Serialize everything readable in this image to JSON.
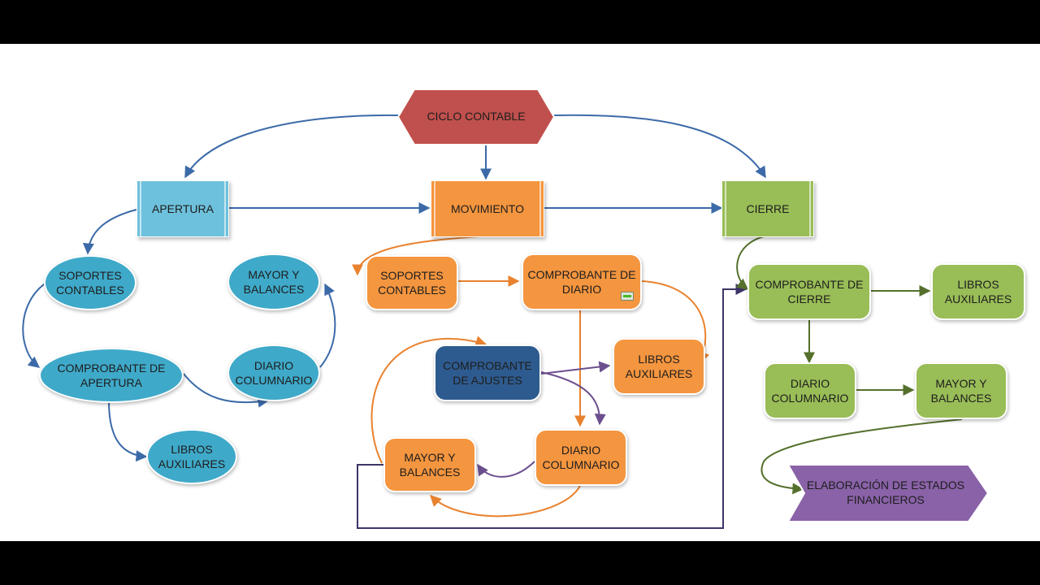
{
  "colors": {
    "top": "#c0504d",
    "apertura": "#3fa9c9",
    "movimiento": "#f4953f",
    "cierre": "#99bd57",
    "ajustes": "#2e5b8f",
    "estados": "#8a62a8",
    "link_blue": "#3c6aa8",
    "link_orange": "#e9822f",
    "link_purple": "#6b4f8e",
    "link_green": "#55702c",
    "link_navy": "#3f3467"
  },
  "root": {
    "label": "CICLO CONTABLE"
  },
  "apertura": {
    "label": "APERTURA",
    "soportes": "SOPORTES CONTABLES",
    "comprobante": "COMPROBANTE DE APERTURA",
    "libros": "LIBROS AUXILIARES",
    "diario": "DIARIO COLUMNARIO",
    "mayor": "MAYOR Y BALANCES"
  },
  "movimiento": {
    "label": "MOVIMIENTO",
    "soportes": "SOPORTES CONTABLES",
    "comprobante_diario": "COMPROBANTE DE DIARIO",
    "comprobante_ajustes": "COMPROBANTE DE AJUSTES",
    "libros": "LIBROS AUXILIARES",
    "mayor": "MAYOR Y BALANCES",
    "diario": "DIARIO COLUMNARIO"
  },
  "cierre": {
    "label": "CIERRE",
    "comprobante": "COMPROBANTE DE CIERRE",
    "libros": "LIBROS AUXILIARES",
    "diario": "DIARIO COLUMNARIO",
    "mayor": "MAYOR Y BALANCES",
    "estados": "ELABORACIÓN DE ESTADOS FINANCIEROS"
  }
}
